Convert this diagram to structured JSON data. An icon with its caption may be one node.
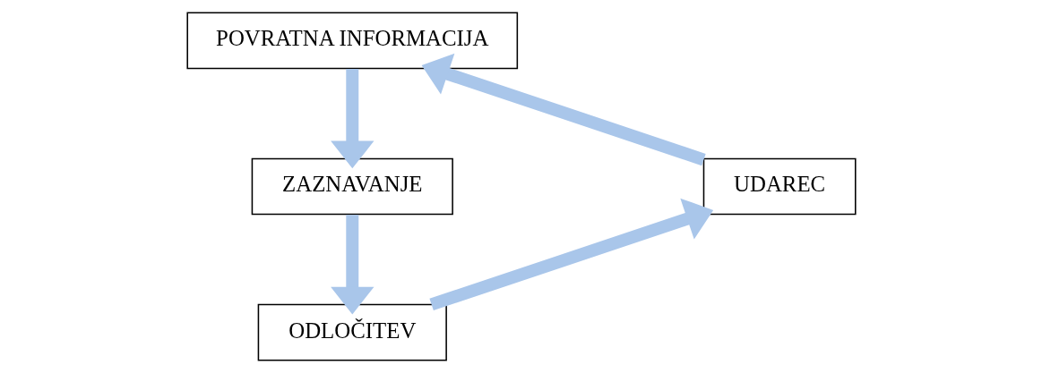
{
  "diagram": {
    "nodes": [
      {
        "text": [
          "POVRATNA INFORMACIJA"
        ]
      },
      {
        "text": [
          "ZAZNAVANJE"
        ]
      },
      {
        "text": [
          "ODLOČITEV"
        ]
      },
      {
        "text": [
          "UDAREC"
        ]
      }
    ],
    "edges": [
      {
        "from": 0,
        "to": 1,
        "arrow": "to"
      },
      {
        "from": 1,
        "to": 2,
        "arrow": "to"
      },
      {
        "from": 2,
        "to": 3,
        "arrow": "to"
      },
      {
        "from": 3,
        "to": 0,
        "arrow": "to"
      }
    ]
  }
}
